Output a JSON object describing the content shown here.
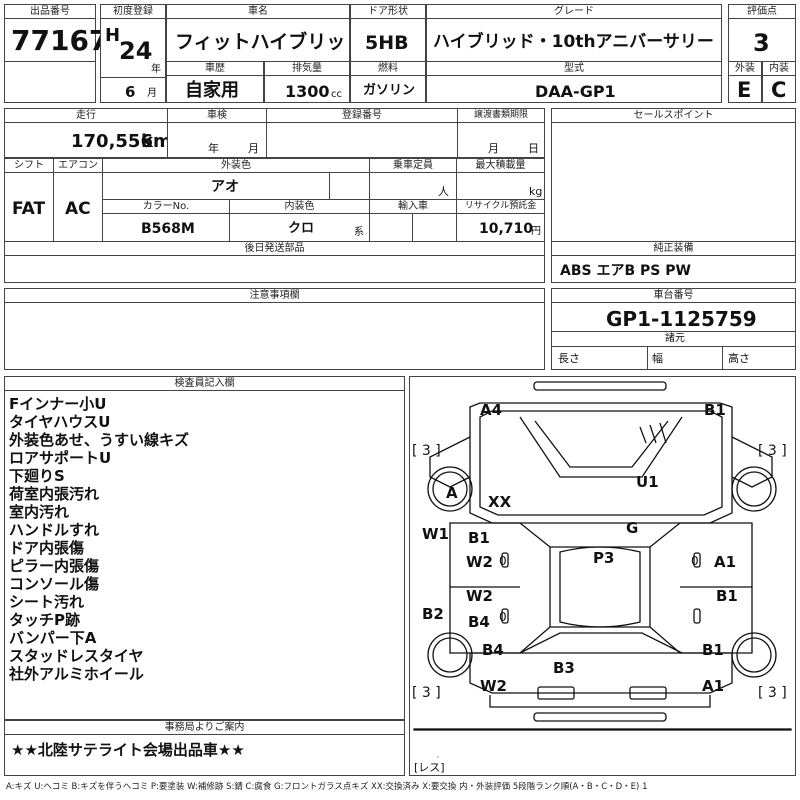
{
  "header": {
    "lot_label": "出品番号",
    "lot_number": "77167",
    "first_reg_label": "初度登録",
    "era_letter": "H",
    "year_value": "24",
    "year_unit": "年",
    "month_value": "6",
    "month_unit": "月",
    "car_name_label": "車名",
    "car_name": "フィットハイブリッド",
    "door_label": "ドア形状",
    "door_type": "5HB",
    "grade_label": "グレード",
    "grade": "ハイブリッド・10thアニバーサリー",
    "score_label": "評価点",
    "score": "3",
    "history_label": "車歴",
    "history": "自家用",
    "displacement_label": "排気量",
    "displacement": "1300",
    "displacement_unit": "cc",
    "fuel_label": "燃料",
    "fuel": "ガソリン",
    "model_code_label": "型式",
    "model_code": "DAA-GP1",
    "exterior_label": "外装",
    "exterior_grade": "E",
    "interior_label": "内装",
    "interior_grade": "C"
  },
  "mid": {
    "mileage_label": "走行",
    "mileage": "170,556",
    "mileage_unit": "km",
    "inspection_label": "車検",
    "inspection_year_unit": "年",
    "inspection_month_unit": "月",
    "reg_number_label": "登録番号",
    "transfer_deadline_label": "譲渡書類期限",
    "transfer_month_unit": "月",
    "transfer_day_unit": "日",
    "shift_label": "シフト",
    "shift": "FAT",
    "aircon_label": "エアコン",
    "aircon": "AC",
    "ext_color_label": "外装色",
    "ext_color": "アオ",
    "capacity_label": "乗車定員",
    "capacity_unit": "人",
    "max_load_label": "最大積載量",
    "max_load_unit": "kg",
    "color_no_label": "カラーNo.",
    "color_no": "B568M",
    "int_color_label": "内装色",
    "int_color": "クロ",
    "int_color_unit": "系",
    "import_label": "輸入車",
    "recycle_label": "リサイクル預託金",
    "recycle_fee": "10,710",
    "recycle_unit": "円",
    "later_parts_label": "後日発送部品",
    "sales_point_label": "セールスポイント",
    "equipment_label": "純正装備",
    "equipment": "ABS エアB PS PW",
    "notes_label": "注意事項欄",
    "chassis_label": "車台番号",
    "chassis_number": "GP1-1125759",
    "specs_label": "諸元",
    "length_label": "長さ",
    "width_label": "幅",
    "height_label": "高さ"
  },
  "inspector": {
    "title": "検査員記入欄",
    "lines": [
      "Fインナー小U",
      "タイヤハウスU",
      "外装色あせ、うすい線キズ",
      "ロアサポートU",
      "下廻りS",
      "荷室内張汚れ",
      "室内汚れ",
      "ハンドルすれ",
      "ドア内張傷",
      "ピラー内張傷",
      "コンソール傷",
      "シート汚れ",
      "タッチP跡",
      "バンパー下A",
      "スタッドレスタイヤ",
      "社外アルミホイール"
    ]
  },
  "office": {
    "title": "事務局よりご案内",
    "message": "★★北陸サテライト会場出品車★★"
  },
  "diagram": {
    "marks": {
      "a4": "A4",
      "b1_front_right": "B1",
      "a_front_left": "A",
      "xx": "XX",
      "u1": "U1",
      "g": "G",
      "w1": "W1",
      "b1_left": "B1",
      "w2_left_front": "W2",
      "zero_1": "0",
      "p3": "P3",
      "a1_right_front": "A1",
      "zero_2": "0",
      "w2_left_rear": "W2",
      "b4_left": "B4",
      "zero_3": "0",
      "b1_right_rear": "B1",
      "b2": "B2",
      "b4_rear_left": "B4",
      "b3": "B3",
      "b1_rear_right": "B1",
      "w2_bottom": "W2",
      "a1_bottom": "A1"
    },
    "tread_front_left": "[ 3 ]",
    "tread_front_right": "[ 3 ]",
    "tread_rear_left": "[ 3 ]",
    "tread_rear_right": "[ 3 ]",
    "spare_label": "[レス]"
  },
  "legend": "A:キズ U:ヘコミ B:キズを伴うヘコミ P:要塗装 W:補修跡 S:錆 C:腐食 G:フロントガラス点キズ XX:交換済み X:要交換 内・外装評価 5段階ランク順(A・B・C・D・E) 1"
}
